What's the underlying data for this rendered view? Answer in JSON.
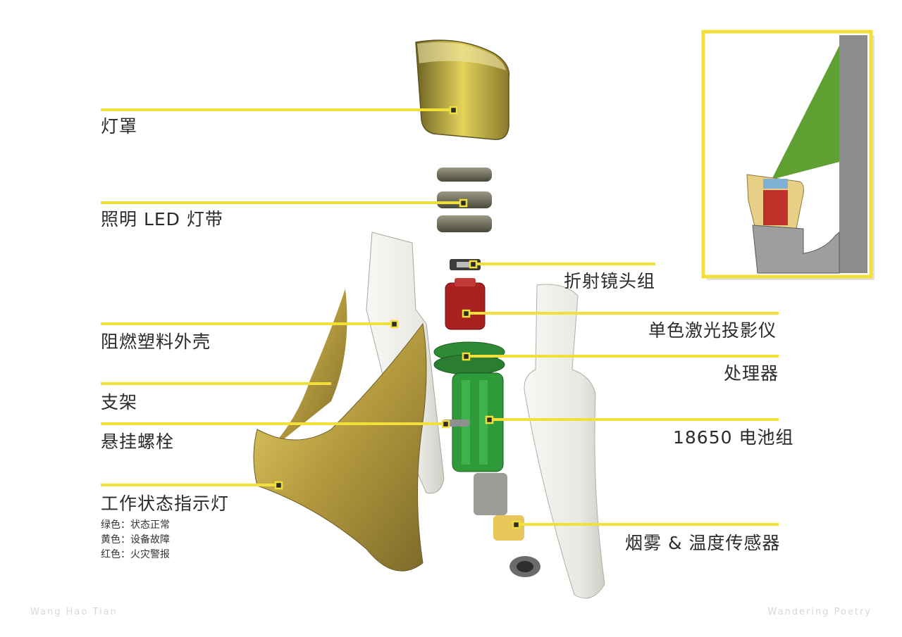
{
  "colors": {
    "callout_line": "#f2df3a",
    "callout_marker": "#f2df3a",
    "inset_frame": "#f2df3a",
    "gold": "#b8a24a",
    "board_green": "#2e8a34",
    "laser_green": "#5fa032",
    "projector_red": "#a8201f",
    "white_part": "#eeeee8"
  },
  "labels": {
    "lampshade": "灯罩",
    "led_strip": "照明 LED 灯带",
    "lens_group": "折射镜头组",
    "housing": "阻燃塑料外壳",
    "laser_projector": "单色激光投影仪",
    "processor": "处理器",
    "bracket": "支架",
    "bolt": "悬挂螺栓",
    "battery": "18650 电池组",
    "indicator": "工作状态指示灯",
    "sensor": "烟雾 & 温度传感器"
  },
  "indicator_legend": [
    "绿色：状态正常",
    "黄色：设备故障",
    "红色：火灾警报"
  ],
  "credits": {
    "left": "Wang  Hao  Tian",
    "right": "Wandering  Poetry"
  }
}
